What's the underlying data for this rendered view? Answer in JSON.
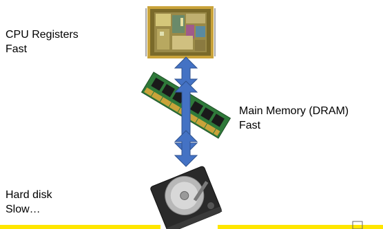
{
  "labels": {
    "cpu": {
      "title": "CPU Registers",
      "speed": "Fast"
    },
    "memory": {
      "title": "Main Memory (DRAM)",
      "speed": "Fast"
    },
    "disk": {
      "title": "Hard disk",
      "speed": "Slow…"
    }
  },
  "colors": {
    "arrow": "#4472c4",
    "arrow_stroke": "#2f528f",
    "footer_bar": "#ffe600",
    "chip_gold": "#c9a33a",
    "ram_green": "#2f7a3a"
  },
  "icons": {
    "cpu": "cpu-chip-icon",
    "ram": "ram-module-icon",
    "disk": "hard-disk-icon",
    "arrow": "double-arrow-icon"
  }
}
